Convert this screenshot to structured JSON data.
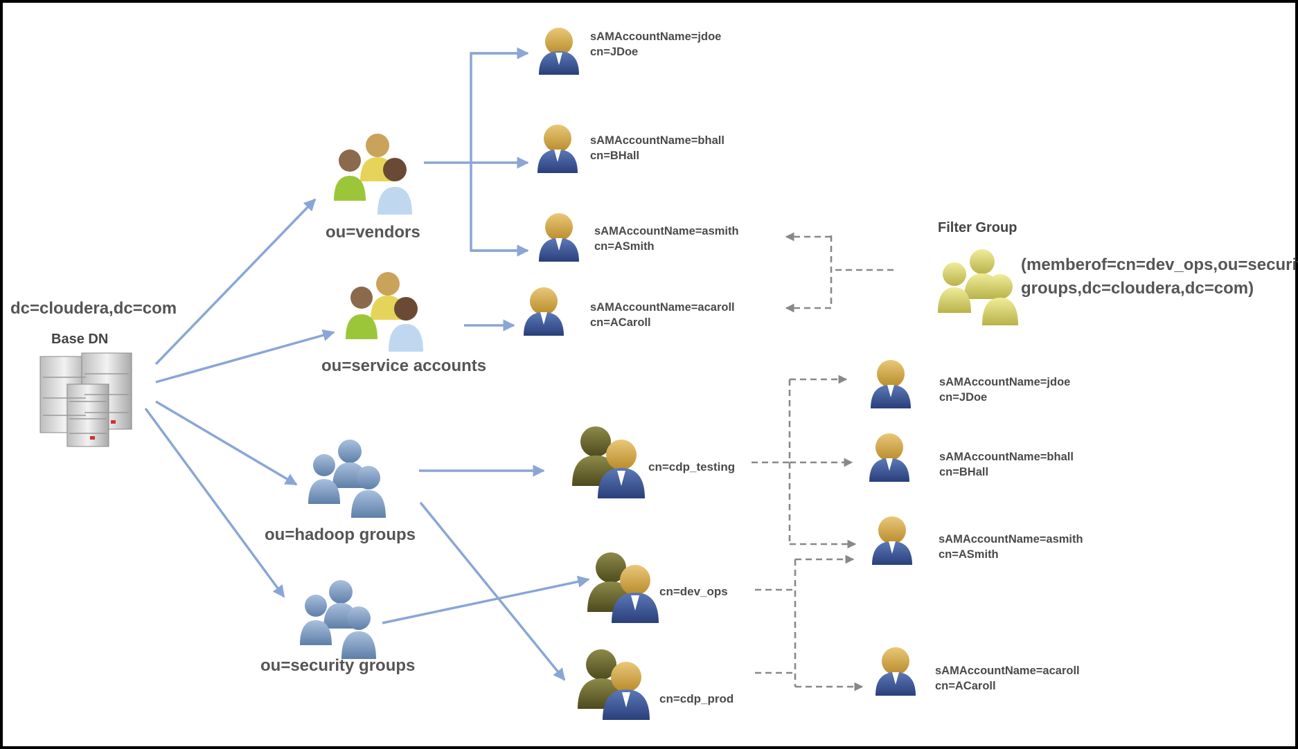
{
  "base": {
    "domain": "dc=cloudera,dc=com",
    "title": "Base DN"
  },
  "ous": {
    "vendors": "ou=vendors",
    "service_accounts": "ou=service accounts",
    "hadoop_groups": "ou=hadoop groups",
    "security_groups": "ou=security groups"
  },
  "vendor_users": [
    {
      "sam": "sAMAccountName=jdoe",
      "cn": "cn=JDoe"
    },
    {
      "sam": "sAMAccountName=bhall",
      "cn": "cn=BHall"
    },
    {
      "sam": "sAMAccountName=asmith",
      "cn": "cn=ASmith"
    }
  ],
  "service_user": {
    "sam": "sAMAccountName=acaroll",
    "cn": "cn=ACaroll"
  },
  "groups": {
    "cdp_testing": "cn=cdp_testing",
    "dev_ops": "cn=dev_ops",
    "cdp_prod": "cn=cdp_prod"
  },
  "member_users": [
    {
      "sam": "sAMAccountName=jdoe",
      "cn": "cn=JDoe"
    },
    {
      "sam": "sAMAccountName=bhall",
      "cn": "cn=BHall"
    },
    {
      "sam": "sAMAccountName=asmith",
      "cn": "cn=ASmith"
    },
    {
      "sam": "sAMAccountName=acaroll",
      "cn": "cn=ACaroll"
    }
  ],
  "filter": {
    "title": "Filter Group",
    "expression": "(memberof=cn=dev_ops,ou=security groups,dc=cloudera,dc=com)"
  },
  "colors": {
    "arrow": "#8aa6d6",
    "dashed": "#888888",
    "text": "#555555"
  }
}
